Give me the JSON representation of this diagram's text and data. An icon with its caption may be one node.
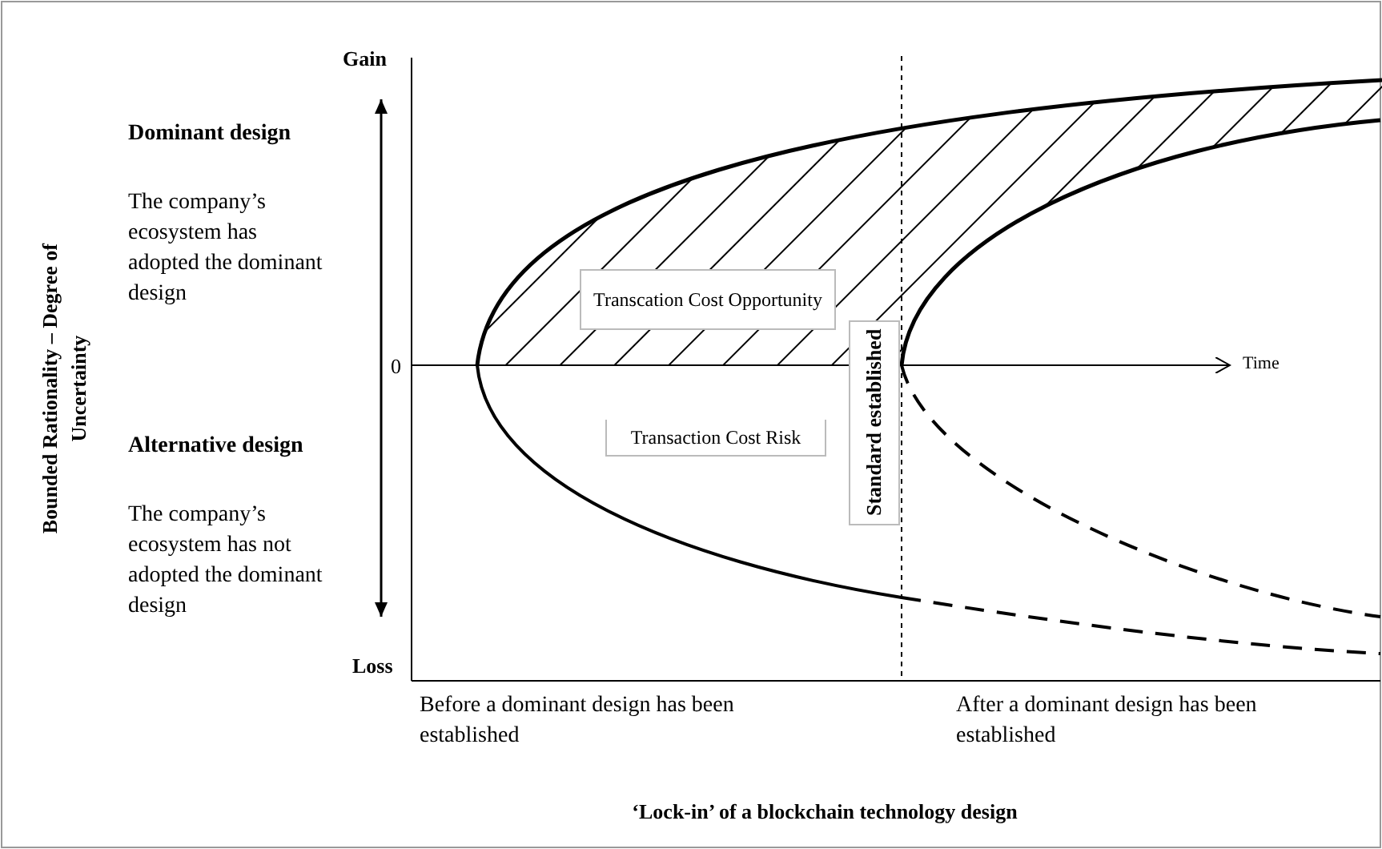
{
  "diagram": {
    "nodes": [
      {
        "text": [
          "Transcation Cost Opportunity"
        ]
      },
      {
        "text": [
          "Transaction Cost Risk"
        ]
      },
      {
        "text": [
          "Standard established"
        ]
      }
    ],
    "labels": [
      "Gain",
      "Bounded Rationality – Degree of Uncertainty",
      "Dominant design",
      "The company’s ecosystem has adopted the dominant design",
      "0",
      "Time",
      "Alternative design",
      "The company’s ecosystem has not adopted the dominant design",
      "Loss",
      "Before a dominant design has been established",
      "After a dominant design has been established",
      "‘Lock-in’ of a blockchain technology design"
    ]
  }
}
